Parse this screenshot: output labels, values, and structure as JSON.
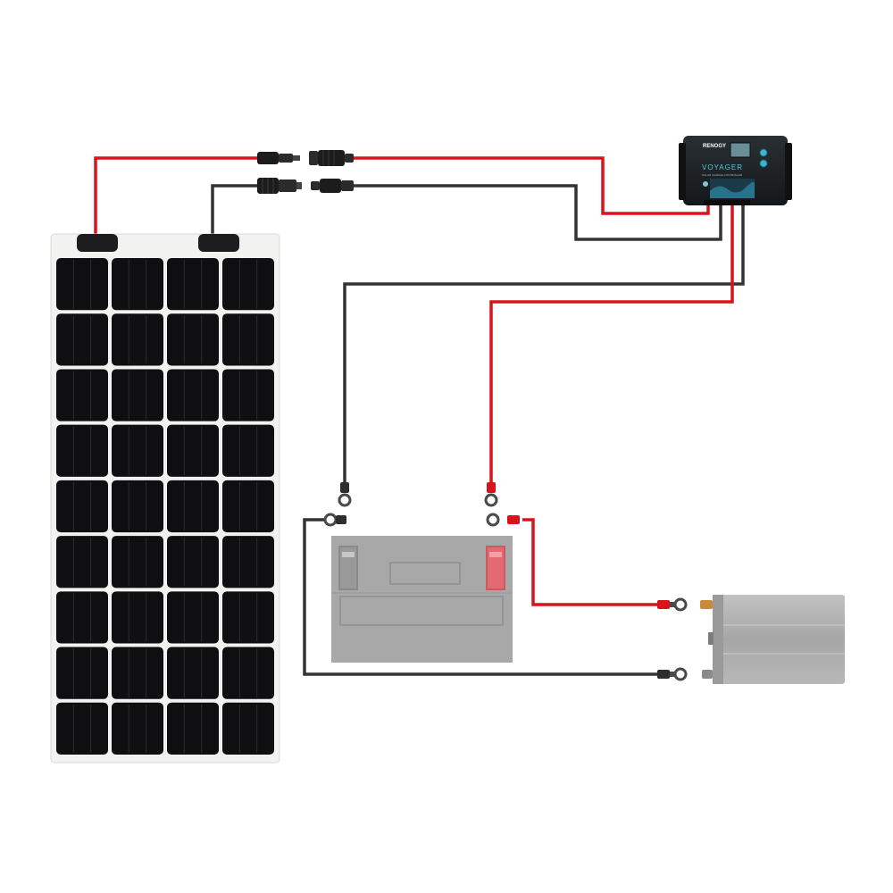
{
  "colors": {
    "red_wire": "#d9131c",
    "black_wire": "#333333",
    "panel_cell": "#0f0f12",
    "panel_frame": "#f2f2f0",
    "battery_body": "#a8a8a8",
    "battery_positive": "#e46a72",
    "inverter_body": "#a9a9a9",
    "controller_body": "#1f2326",
    "controller_accent": "#3fb4d0"
  },
  "controller": {
    "brand": "RENOGY",
    "model": "VOYAGER",
    "subtitle": "SOLAR CHARGE CONTROLLER"
  },
  "components": {
    "solar_panel": {
      "icon": "solar-panel",
      "cell_columns": 4,
      "cell_rows": 9
    },
    "mc4_connectors": {
      "icon": "mc4-connector",
      "pairs": 2
    },
    "charge_controller": {
      "icon": "charge-controller"
    },
    "battery": {
      "icon": "battery"
    },
    "inverter": {
      "icon": "inverter"
    }
  }
}
